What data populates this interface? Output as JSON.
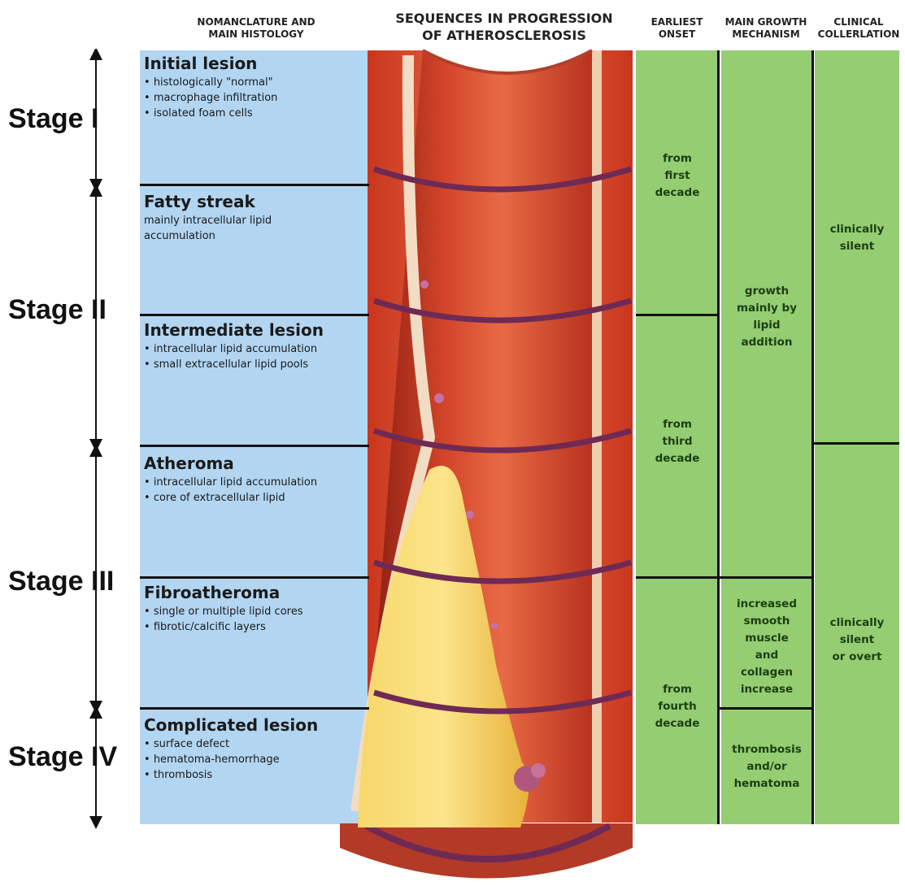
{
  "headers": {
    "nomenclature": [
      "NOMANCLATURE AND",
      "MAIN HISTOLOGY"
    ],
    "sequences": [
      "SEQUENCES IN PROGRESSION",
      "OF ATHEROSCLEROSIS"
    ],
    "onset": [
      "EARLIEST",
      "ONSET"
    ],
    "growth": [
      "MAIN GROWTH",
      "MECHANISM"
    ],
    "clinical": [
      "CLINICAL",
      "COLLERLATION"
    ]
  },
  "stages": [
    "Stage I",
    "Stage II",
    "Stage III",
    "Stage IV"
  ],
  "lesions": [
    {
      "title": "Initial lesion",
      "bullets": [
        "histologically \"normal\"",
        "macrophage infiltration",
        "isolated foam cells"
      ]
    },
    {
      "title": "Fatty streak",
      "text": [
        "mainly intracellular lipid",
        "accumulation"
      ]
    },
    {
      "title": "Intermediate lesion",
      "bullets": [
        "intracellular lipid accumulation",
        "small extracellular lipid pools"
      ]
    },
    {
      "title": "Atheroma",
      "bullets": [
        "intracellular lipid accumulation",
        "core of extracellular lipid"
      ]
    },
    {
      "title": "Fibroatheroma",
      "bullets": [
        "single or multiple lipid cores",
        "fibrotic/calcific layers"
      ]
    },
    {
      "title": "Complicated lesion",
      "bullets": [
        "surface defect",
        "hematoma-hemorrhage",
        "thrombosis"
      ]
    }
  ],
  "onset": [
    [
      "from",
      "first",
      "decade"
    ],
    [
      "from",
      "third",
      "decade"
    ],
    [
      "from",
      "fourth",
      "decade"
    ]
  ],
  "growth": [
    [
      "growth",
      "mainly by",
      "lipid",
      "addition"
    ],
    [
      "increased",
      "smooth",
      "muscle",
      "and",
      "collagen",
      "increase"
    ],
    [
      "thrombosis",
      "and/or",
      "hematoma"
    ]
  ],
  "clinical": [
    [
      "clinically",
      "silent"
    ],
    [
      "clinically",
      "silent",
      "or overt"
    ]
  ],
  "colors": {
    "histology_bg": "#b2d5f1",
    "green_bg": "#95cd72",
    "green_text": "#1d3d12",
    "artery_wall": "#d9492e",
    "lumen": "#c83a24",
    "lipid": "#f4c740"
  }
}
